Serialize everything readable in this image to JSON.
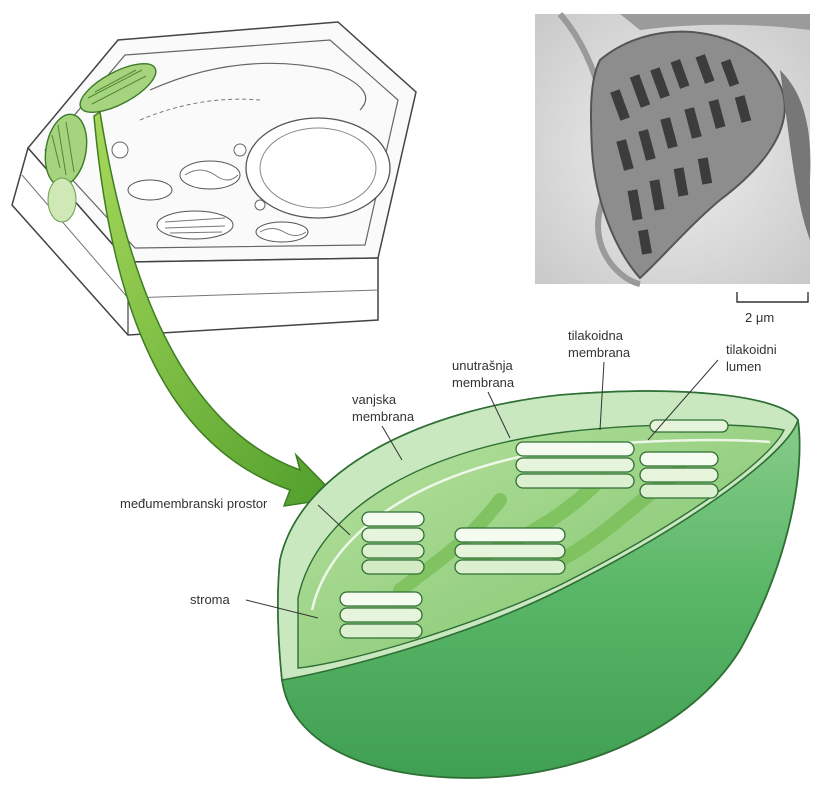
{
  "labels": {
    "scale_bar": "2 μm",
    "tilakoidna_membrana": [
      "tilakoidna",
      "membrana"
    ],
    "unutrasnja_membrana": [
      "unutrašnja",
      "membrana"
    ],
    "tilakoidni_lumen": [
      "tilakoidni",
      "lumen"
    ],
    "vanjska_membrana": [
      "vanjska",
      "membrana"
    ],
    "medumembranski_prostor": "međumembranski prostor",
    "stroma": "stroma"
  },
  "colors": {
    "chloroplast_outer": "#5fb86a",
    "chloroplast_inner": "#9fd48a",
    "arrow": "#6fb33a",
    "micrograph_bg": "#d9d9d9"
  }
}
